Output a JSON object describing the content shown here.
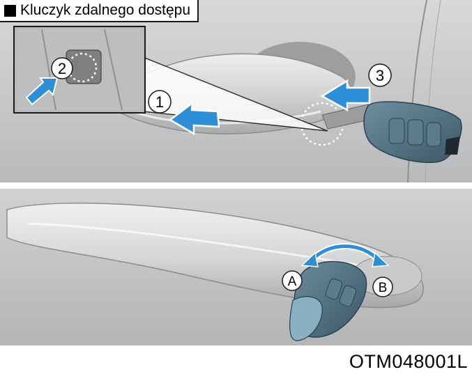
{
  "title": "Kluczyk zdalnego dostępu",
  "steps": [
    {
      "label": "1"
    },
    {
      "label": "2"
    },
    {
      "label": "3"
    }
  ],
  "positions": [
    {
      "label": "A"
    },
    {
      "label": "B"
    }
  ],
  "code": "OTM048001L",
  "colors": {
    "arrow": "#2f8fd6",
    "panel_bg": "#c4c6c8",
    "key_body": "#4f6f80"
  }
}
